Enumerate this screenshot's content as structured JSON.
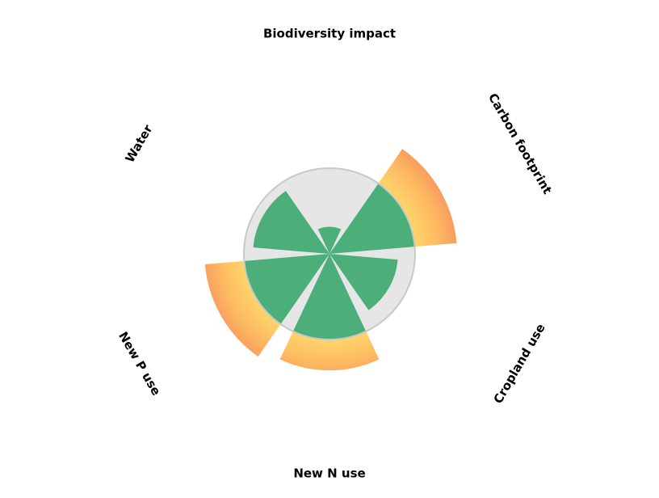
{
  "chart_data": {
    "type": "polar-area",
    "title": "",
    "boundary_value": 1,
    "value_scale": "sqrt",
    "categories": [
      "Biodiversity impact",
      "Carbon footprint",
      "Cropland use",
      "New N use",
      "New P use",
      "Water"
    ],
    "values": [
      0.1,
      2.22,
      0.64,
      1.85,
      2.13,
      0.8
    ],
    "safe_zone_color": "#e6e6e6",
    "safe_zone_border": "#c8c8c8",
    "within_boundary_color": "#4caf79",
    "overshoot_gradient": [
      "#fdb961",
      "#f08a5d",
      "#e8584a"
    ]
  }
}
